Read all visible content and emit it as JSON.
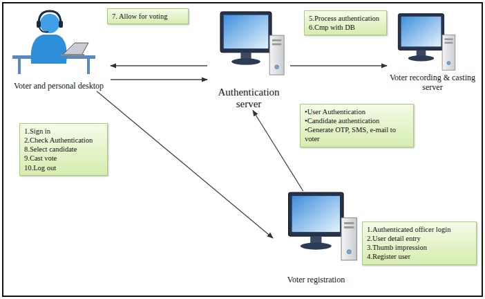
{
  "diagram": {
    "nodes": [
      {
        "text": [
          "Voter and personal desktop"
        ]
      },
      {
        "text": [
          "7. Allow for voting"
        ]
      },
      {
        "text": [
          "Authentication server"
        ]
      },
      {
        "text": [
          "5.Process authentication",
          "6.Cmp with DB"
        ]
      },
      {
        "text": [
          "Voter recording & casting server"
        ]
      },
      {
        "text": [
          "1.Sign in",
          "2.Check Authentication",
          "8.Select candidate",
          "9.Cast vote",
          "10.Log out"
        ]
      },
      {
        "text": [
          "•User Authentication",
          "•Candidate authentication",
          "•Generate OTP, SMS, e-mail to voter"
        ]
      },
      {
        "text": [
          "Voter registration"
        ]
      },
      {
        "text": [
          "1.Authenticated officer login",
          "2.User detail entry",
          "3.Thumb impression",
          "4.Register user"
        ]
      }
    ],
    "edges": [
      {
        "from": 2,
        "to": 0,
        "arrow": "to"
      },
      {
        "from": 0,
        "to": 2,
        "arrow": "to"
      },
      {
        "from": 2,
        "to": 4,
        "arrow": "to"
      },
      {
        "from": 0,
        "to": 7,
        "arrow": "to"
      },
      {
        "from": 7,
        "to": 2,
        "arrow": "to"
      }
    ]
  }
}
